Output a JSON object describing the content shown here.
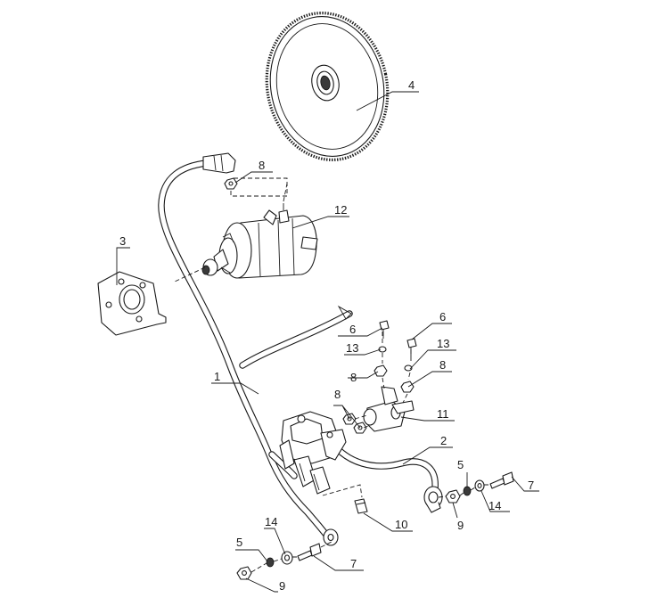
{
  "callouts": [
    {
      "id": "c-4",
      "label": "4"
    },
    {
      "id": "c-8-top",
      "label": "8"
    },
    {
      "id": "c-12",
      "label": "12"
    },
    {
      "id": "c-3",
      "label": "3"
    },
    {
      "id": "c-6-left",
      "label": "6"
    },
    {
      "id": "c-6-right",
      "label": "6"
    },
    {
      "id": "c-13-left",
      "label": "13"
    },
    {
      "id": "c-13-right",
      "label": "13"
    },
    {
      "id": "c-8-mid-left",
      "label": "8"
    },
    {
      "id": "c-8-mid-right",
      "label": "8"
    },
    {
      "id": "c-1",
      "label": "1"
    },
    {
      "id": "c-8-solenoid",
      "label": "8"
    },
    {
      "id": "c-11",
      "label": "11"
    },
    {
      "id": "c-2",
      "label": "2"
    },
    {
      "id": "c-5-right",
      "label": "5"
    },
    {
      "id": "c-7-right",
      "label": "7"
    },
    {
      "id": "c-14-right",
      "label": "14"
    },
    {
      "id": "c-9-right",
      "label": "9"
    },
    {
      "id": "c-10",
      "label": "10"
    },
    {
      "id": "c-14-left",
      "label": "14"
    },
    {
      "id": "c-5-left",
      "label": "5"
    },
    {
      "id": "c-7-left",
      "label": "7"
    },
    {
      "id": "c-9-left",
      "label": "9"
    }
  ],
  "parts": {
    "flywheel": {
      "icon": "flywheel-ring-gear-icon"
    },
    "starter_motor": {
      "icon": "starter-motor-icon"
    },
    "bracket": {
      "icon": "mounting-bracket-icon"
    },
    "cable_positive": {
      "icon": "cable-icon"
    },
    "cable_ground": {
      "icon": "cable-icon"
    },
    "solenoid": {
      "icon": "solenoid-relay-icon"
    },
    "relay_bracket": {
      "icon": "relay-bracket-icon"
    },
    "cable_clip": {
      "icon": "cable-clip-icon"
    }
  }
}
